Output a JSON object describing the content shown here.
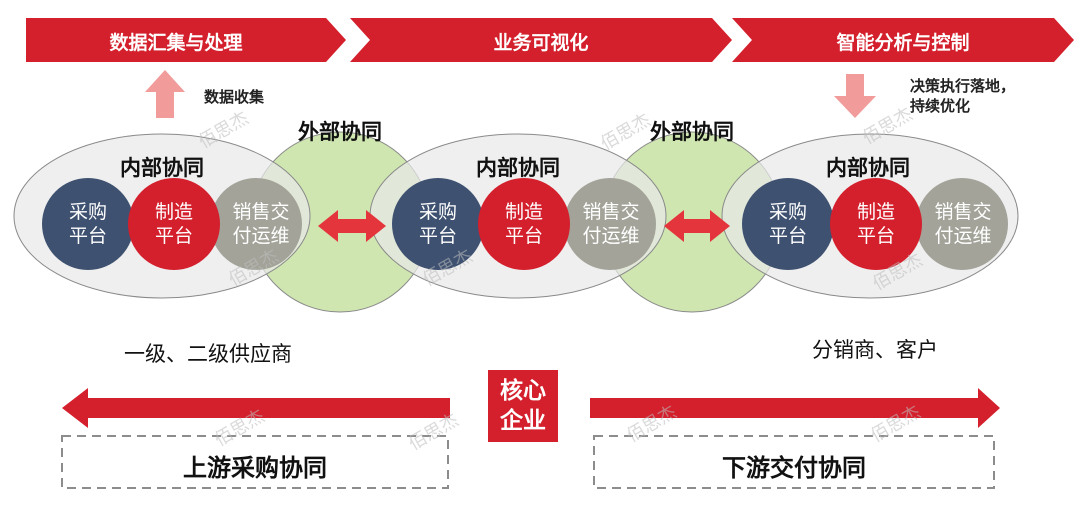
{
  "banners": [
    "数据汇集与处理",
    "业务可视化",
    "智能分析与控制"
  ],
  "annotations": {
    "data_collect": "数据收集",
    "decision": "决策执行落地，\n持续优化"
  },
  "clusters": [
    {
      "title": "内部协同",
      "procurement": "采购\n平台",
      "manufacturing": "制造\n平台",
      "sales": "销售交\n付运维",
      "caption": "一级、二级供应商"
    },
    {
      "title": "内部协同",
      "procurement": "采购\n平台",
      "manufacturing": "制造\n平台",
      "sales": "销售交\n付运维",
      "caption": ""
    },
    {
      "title": "内部协同",
      "procurement": "采购\n平台",
      "manufacturing": "制造\n平台",
      "sales": "销售交\n付运维",
      "caption": "分销商、客户"
    }
  ],
  "external_labels": [
    "外部协同",
    "外部协同"
  ],
  "core": "核心\n企业",
  "upstream": "上游采购协同",
  "downstream": "下游交付协同",
  "watermark": "佰思杰",
  "colors": {
    "red": "#d41f2c",
    "navy": "#3e5170",
    "gray": "#a3a39a",
    "green": "#cfe6b0",
    "outer": "#e9e9e9"
  }
}
